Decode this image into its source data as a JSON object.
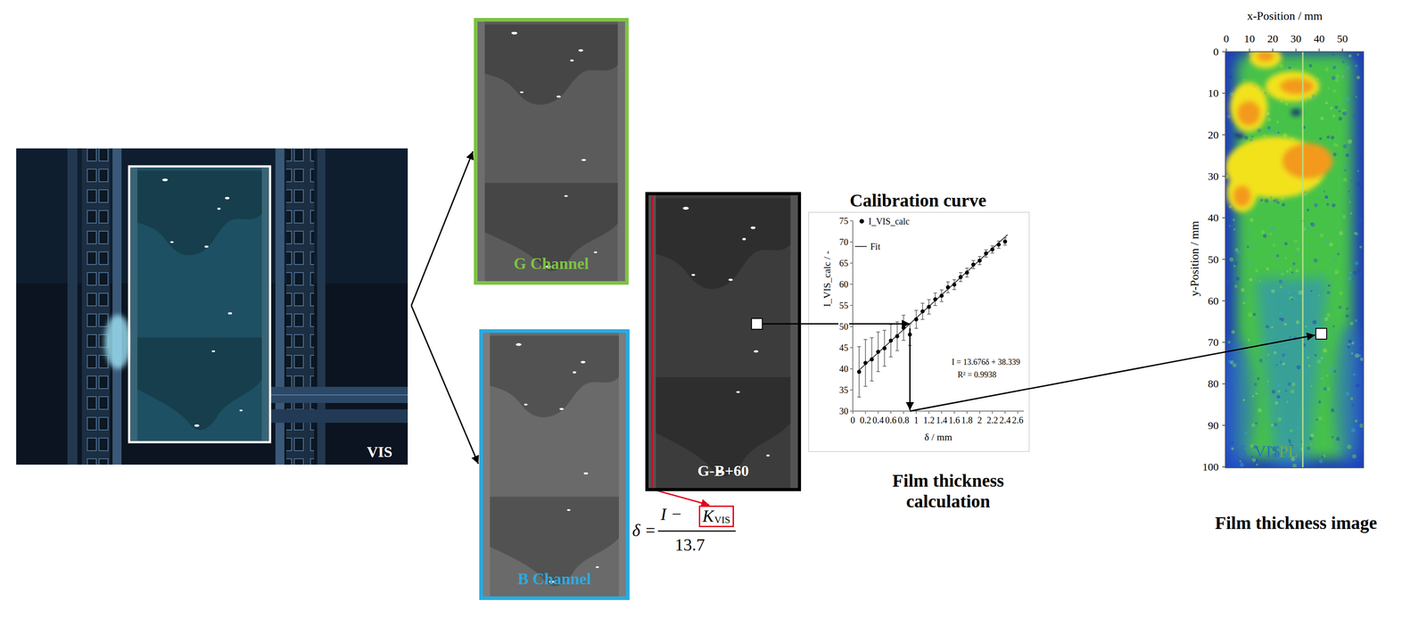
{
  "diagram": {
    "nodes": [
      {
        "text": [
          "VIS"
        ]
      },
      {
        "text": [
          "G Channel"
        ]
      },
      {
        "text": [
          "B Channel"
        ]
      },
      {
        "text": [
          "G-B+60"
        ]
      },
      {
        "text": [
          "K",
          "VIS"
        ]
      },
      {
        "text": [
          "Calibration curve",
          "Film thickness calculation"
        ]
      },
      {
        "text": [
          "Film thickness image"
        ]
      }
    ],
    "edges": [
      {
        "from": 0,
        "to": 1,
        "arrow": "to"
      },
      {
        "from": 0,
        "to": 2,
        "arrow": "to"
      },
      {
        "from": 3,
        "to": 4,
        "arrow": "to"
      },
      {
        "from": 3,
        "to": 5,
        "arrow": "to"
      },
      {
        "from": 5,
        "to": 6,
        "arrow": "to"
      }
    ],
    "labels": [
      "δ =",
      "I −",
      "13.7",
      "75",
      "70",
      "65",
      "60",
      "55",
      "50",
      "45",
      "40",
      "35",
      "30",
      "0",
      "0.2",
      "0.4",
      "0.6",
      "0.8",
      "1",
      "1.2",
      "1.4",
      "1.6",
      "1.8",
      "2",
      "2.2",
      "2.4",
      "2.6",
      "I_VIS_calc / -",
      "δ / mm",
      "I = 13.676δ + 38.339",
      "R² = 0.9938",
      "x-Position / mm",
      "0",
      "10",
      "20",
      "30",
      "40",
      "50",
      "0",
      "10",
      "20",
      "30",
      "40",
      "50",
      "60",
      "70",
      "80",
      "90",
      "100",
      "y-Position / mm",
      "δ_VIS",
      "PL"
    ],
    "legend": [
      {
        "text": "I_VIS_calc"
      },
      {
        "text": "Fit"
      }
    ]
  }
}
